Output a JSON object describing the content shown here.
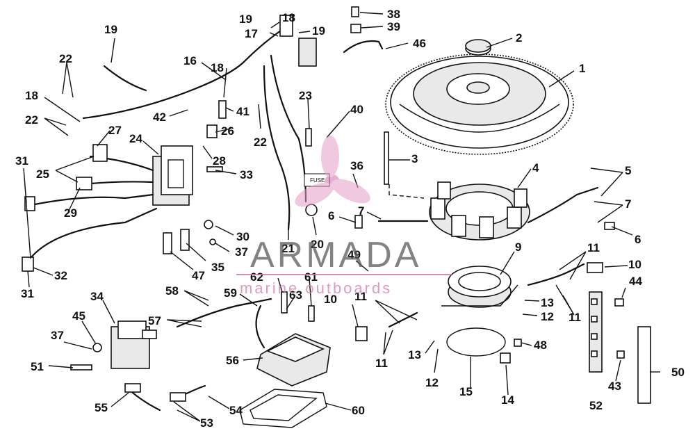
{
  "watermark": {
    "brand": "ARMADA",
    "tagline": "marine outboards",
    "accent_color": "#d070a8",
    "logo_icon": "propeller-logo-icon"
  },
  "decal_text": "FUSE",
  "callouts": [
    "1",
    "2",
    "3",
    "4",
    "5",
    "6",
    "6",
    "7",
    "7",
    "9",
    "10",
    "10",
    "11",
    "11",
    "11",
    "11",
    "12",
    "12",
    "13",
    "13",
    "14",
    "15",
    "16",
    "17",
    "18",
    "18",
    "18",
    "19",
    "19",
    "19",
    "20",
    "21",
    "22",
    "22",
    "22",
    "23",
    "24",
    "25",
    "26",
    "27",
    "28",
    "29",
    "30",
    "31",
    "31",
    "32",
    "33",
    "34",
    "35",
    "36",
    "37",
    "37",
    "38",
    "39",
    "40",
    "41",
    "42",
    "43",
    "44",
    "45",
    "46",
    "47",
    "48",
    "49",
    "50",
    "51",
    "52",
    "53",
    "54",
    "55",
    "56",
    "57",
    "58",
    "59",
    "60",
    "61",
    "62",
    "63"
  ]
}
